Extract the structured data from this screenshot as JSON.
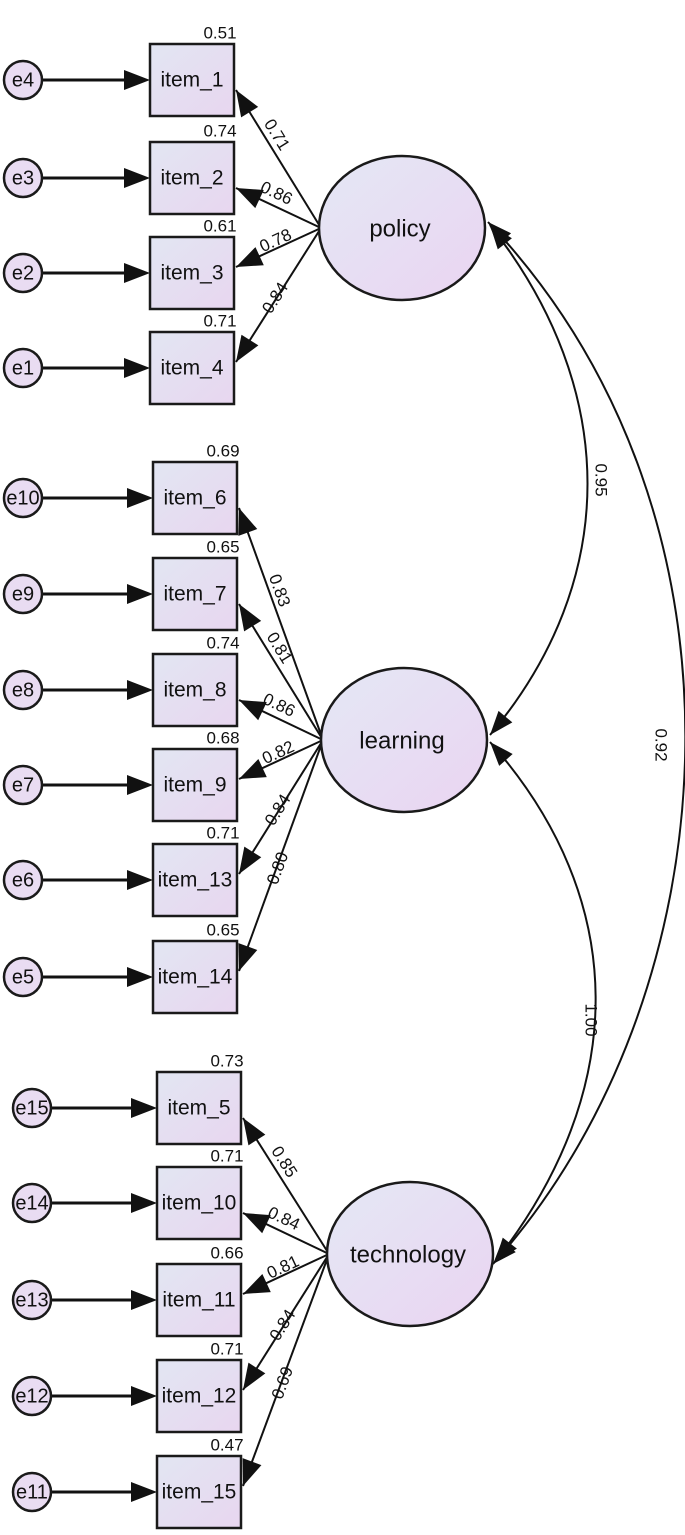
{
  "latents": [
    {
      "id": "policy",
      "label": "policy"
    },
    {
      "id": "learning",
      "label": "learning"
    },
    {
      "id": "technology",
      "label": "technology"
    }
  ],
  "indicators": [
    {
      "item": "item_1",
      "error": "e4",
      "latent": "policy",
      "loading": "0.71",
      "r2": "0.51"
    },
    {
      "item": "item_2",
      "error": "e3",
      "latent": "policy",
      "loading": "0.86",
      "r2": "0.74"
    },
    {
      "item": "item_3",
      "error": "e2",
      "latent": "policy",
      "loading": "0.78",
      "r2": "0.61"
    },
    {
      "item": "item_4",
      "error": "e1",
      "latent": "policy",
      "loading": "0.84",
      "r2": "0.71"
    },
    {
      "item": "item_6",
      "error": "e10",
      "latent": "learning",
      "loading": "0.83",
      "r2": "0.69"
    },
    {
      "item": "item_7",
      "error": "e9",
      "latent": "learning",
      "loading": "0.81",
      "r2": "0.65"
    },
    {
      "item": "item_8",
      "error": "e8",
      "latent": "learning",
      "loading": "0.86",
      "r2": "0.74"
    },
    {
      "item": "item_9",
      "error": "e7",
      "latent": "learning",
      "loading": "0.82",
      "r2": "0.68"
    },
    {
      "item": "item_13",
      "error": "e6",
      "latent": "learning",
      "loading": "0.84",
      "r2": "0.71"
    },
    {
      "item": "item_14",
      "error": "e5",
      "latent": "learning",
      "loading": "0.80",
      "r2": "0.65"
    },
    {
      "item": "item_5",
      "error": "e15",
      "latent": "technology",
      "loading": "0.85",
      "r2": "0.73"
    },
    {
      "item": "item_10",
      "error": "e14",
      "latent": "technology",
      "loading": "0.84",
      "r2": "0.71"
    },
    {
      "item": "item_11",
      "error": "e13",
      "latent": "technology",
      "loading": "0.81",
      "r2": "0.66"
    },
    {
      "item": "item_12",
      "error": "e12",
      "latent": "technology",
      "loading": "0.84",
      "r2": "0.71"
    },
    {
      "item": "item_15",
      "error": "e11",
      "latent": "technology",
      "loading": "0.69",
      "r2": "0.47"
    }
  ],
  "correlations": [
    {
      "from": "policy",
      "to": "learning",
      "value": "0.95"
    },
    {
      "from": "policy",
      "to": "technology",
      "value": "0.92"
    },
    {
      "from": "learning",
      "to": "technology",
      "value": "1.00"
    }
  ]
}
